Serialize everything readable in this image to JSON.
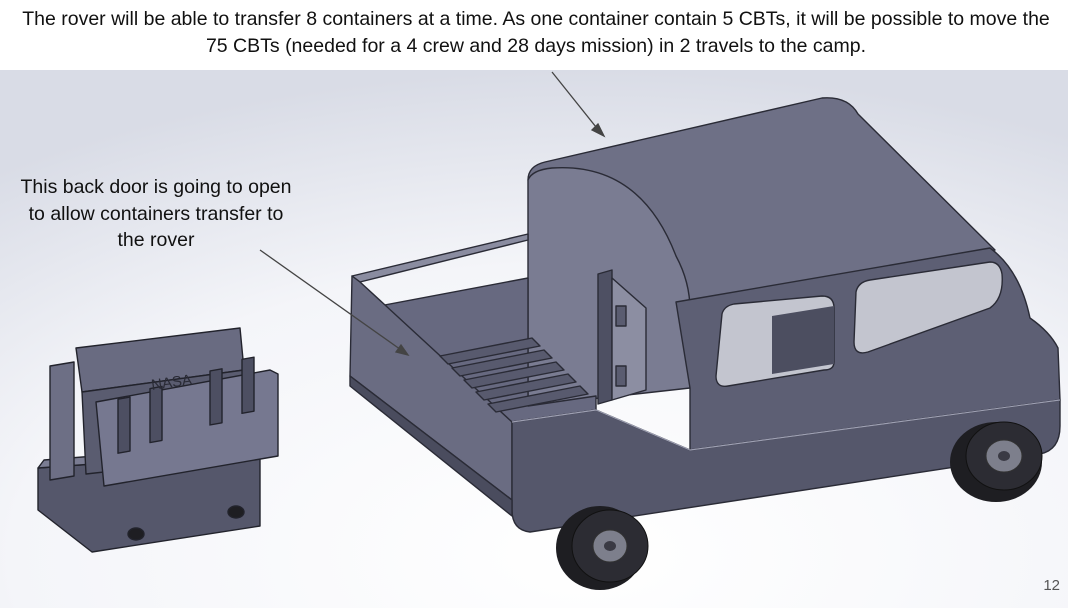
{
  "captions": {
    "top": "The rover will be able to transfer 8 containers at a time. As one container contain 5 CBTs, it will be possible to move the 75 CBTs (needed for a 4 crew and 28 days mission) in 2 travels to the camp.",
    "left": "This back door is going to open to allow containers transfer to the rover"
  },
  "container": {
    "logo_text": "NASA"
  },
  "slide": {
    "number": "12"
  },
  "colors": {
    "body_light": "#6f7187",
    "body_mid": "#5b5d72",
    "body_dark": "#46485a",
    "edge": "#2a2b36",
    "tire": "#1e1e22",
    "window": "#bfc1cc"
  }
}
